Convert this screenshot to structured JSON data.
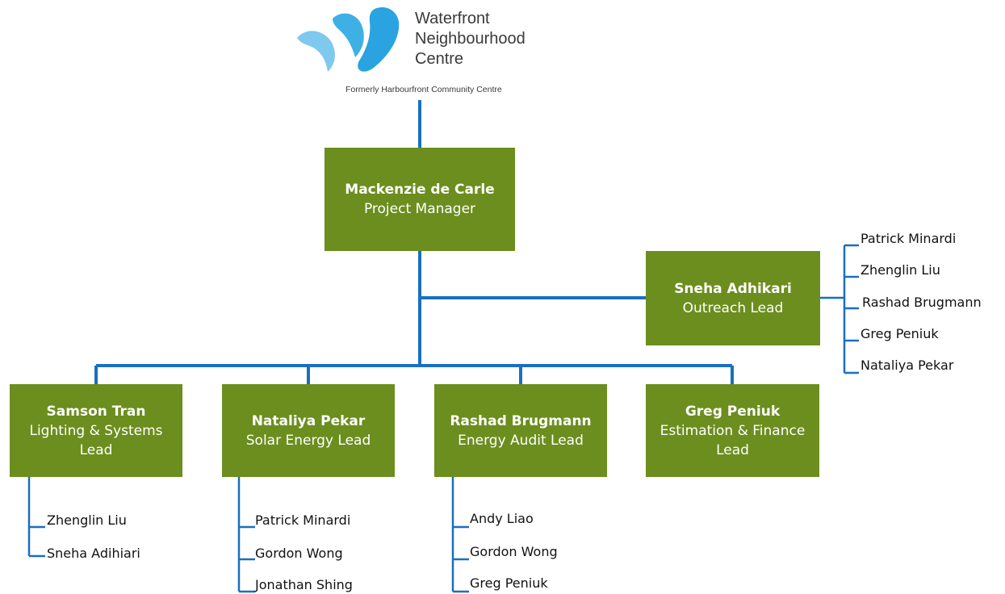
{
  "logo": {
    "line1": "Waterfront",
    "line2": "Neighbourhood",
    "line3": "Centre",
    "tagline": "Formerly Harbourfront Community Centre"
  },
  "colors": {
    "box": "#6b8e1e",
    "connector": "#1a6fc0",
    "logo_light": "#7fc8ee",
    "logo_dark": "#2aa3e0"
  },
  "manager": {
    "name": "Mackenzie de Carle",
    "role": "Project Manager"
  },
  "outreach": {
    "name": "Sneha Adhikari",
    "role": "Outreach Lead",
    "members": [
      "Patrick Minardi",
      "Zhenglin Liu",
      "Rashad Brugmann",
      "Greg Peniuk",
      "Nataliya Pekar"
    ]
  },
  "leads": [
    {
      "name": "Samson Tran",
      "role": "Lighting & Systems Lead",
      "members": [
        "Zhenglin Liu",
        "Sneha Adihiari"
      ]
    },
    {
      "name": "Nataliya Pekar",
      "role": "Solar Energy Lead",
      "members": [
        "Patrick Minardi",
        "Gordon Wong",
        "Jonathan Shing"
      ]
    },
    {
      "name": "Rashad Brugmann",
      "role": "Energy Audit Lead",
      "members": [
        "Andy Liao",
        "Gordon Wong",
        "Greg Peniuk"
      ]
    },
    {
      "name": "Greg Peniuk",
      "role": "Estimation & Finance Lead",
      "members": []
    }
  ]
}
